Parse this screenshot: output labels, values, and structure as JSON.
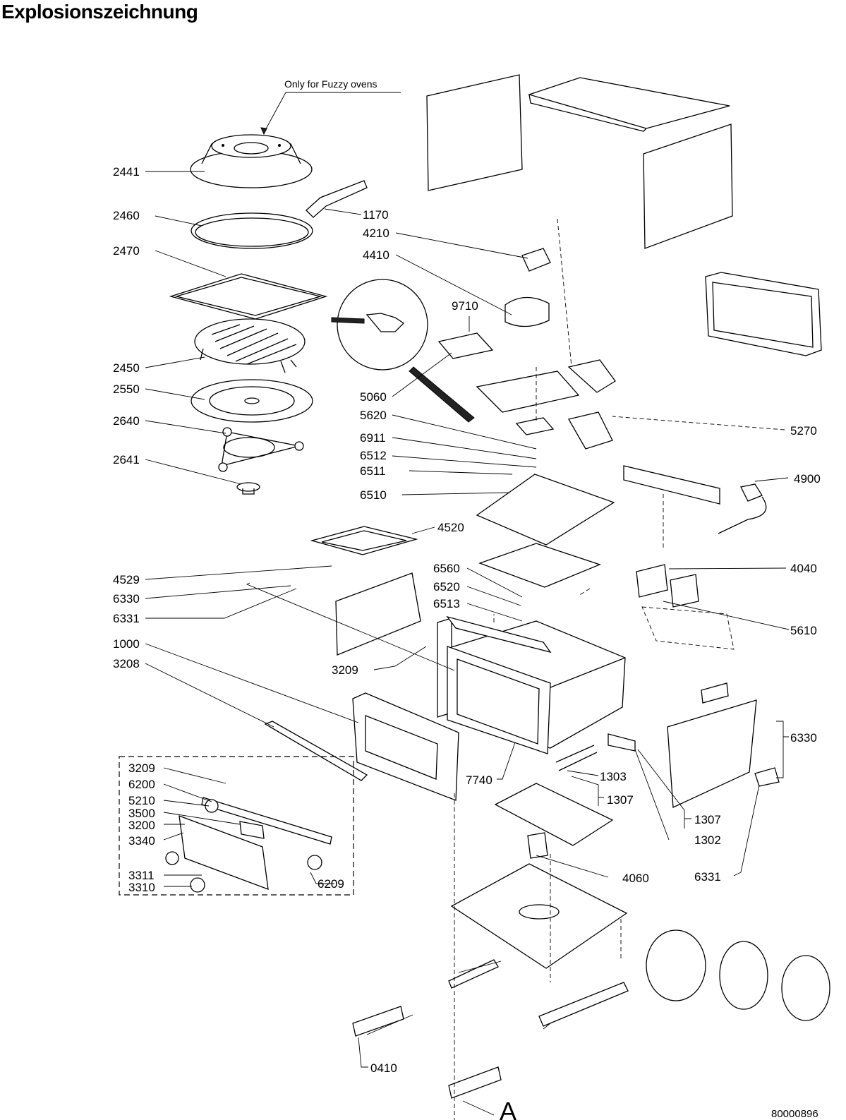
{
  "title": "Explosionszeichnung",
  "note": "Only for Fuzzy ovens",
  "document_number": "80000896",
  "view_marker": "A",
  "labels": {
    "p2441": "2441",
    "p2460": "2460",
    "p2470": "2470",
    "p2450": "2450",
    "p2550": "2550",
    "p2640": "2640",
    "p2641": "2641",
    "p1170": "1170",
    "p4210": "4210",
    "p4410": "4410",
    "p9710": "9710",
    "p5060": "5060",
    "p5620": "5620",
    "p6911": "6911",
    "p6512": "6512",
    "p6511": "6511",
    "p6510": "6510",
    "p5270": "5270",
    "p4900": "4900",
    "p4520": "4520",
    "p4529": "4529",
    "p6330a": "6330",
    "p6331a": "6331",
    "p6560": "6560",
    "p6520": "6520",
    "p6513": "6513",
    "p4040": "4040",
    "p5610": "5610",
    "p1000": "1000",
    "p3208": "3208",
    "p3209a": "3209",
    "p6330b": "6330",
    "p7740": "7740",
    "p1303": "1303",
    "p1307a": "1307",
    "p1307b": "1307",
    "p1302": "1302",
    "p3209b": "3209",
    "p6200": "6200",
    "p5210": "5210",
    "p3500": "3500",
    "p3200": "3200",
    "p3340": "3340",
    "p3311": "3311",
    "p3310": "3310",
    "p6209": "6209",
    "p4060": "4060",
    "p6331b": "6331",
    "p0410": "0410"
  }
}
